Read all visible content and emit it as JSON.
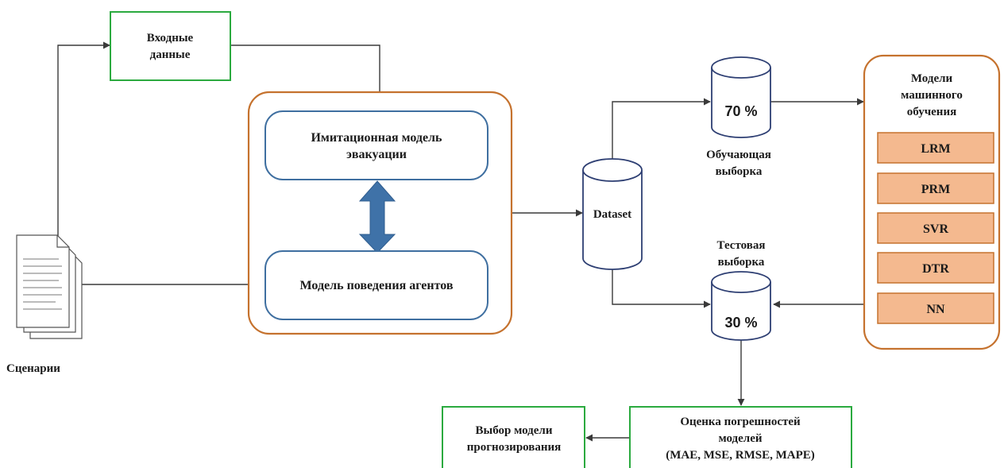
{
  "input": {
    "line1": "Входные",
    "line2": "данные"
  },
  "scenarios": {
    "label": "Сценарии"
  },
  "simulation": {
    "model1": {
      "line1": "Имитационная модель",
      "line2": "эвакуации"
    },
    "model2": {
      "line1": "Модель поведения агентов"
    }
  },
  "dataset": {
    "label": "Dataset"
  },
  "train": {
    "percent": "70 %",
    "line1": "Обучающая",
    "line2": "выборка"
  },
  "test": {
    "percent": "30 %",
    "line1": "Тестовая",
    "line2": "выборка"
  },
  "ml_models": {
    "title1": "Модели",
    "title2": "машинного",
    "title3": "обучения",
    "items": [
      "LRM",
      "PRM",
      "SVR",
      "DTR",
      "NN"
    ]
  },
  "errors": {
    "line1": "Оценка погрешностей",
    "line2": "моделей",
    "line3": "(MAE, MSE, RMSE, MAPE)"
  },
  "selection": {
    "line1": "Выбор модели",
    "line2": "прогнозирования"
  },
  "colors": {
    "orange_border": "#C5722E",
    "green_border": "#2BAA3F",
    "blue_border": "#3F6FA0",
    "blue_arrow": "#3F72A8",
    "item_fill": "#F4B98F",
    "item_border": "#C5722E",
    "line": "#3a3a3a"
  }
}
